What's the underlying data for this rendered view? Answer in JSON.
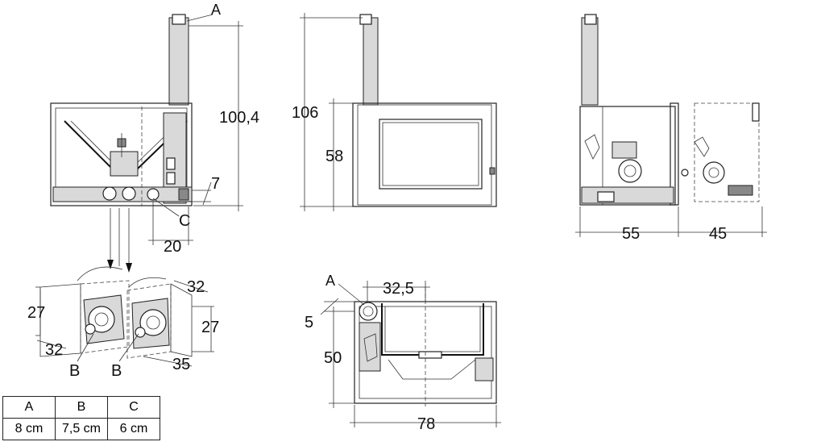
{
  "dimensions": {
    "front_height": "100,4",
    "front_offset": "7",
    "front_c_offset": "20",
    "side_total_height": "106",
    "side_glass_height": "58",
    "right_depth_a": "55",
    "right_depth_b": "45",
    "plan_offset": "32,5",
    "plan_vertical_small": "5",
    "plan_vertical": "50",
    "plan_width": "78",
    "box_left_height": "27",
    "box_left_width": "32",
    "box_right_depth": "32",
    "box_right_height": "27",
    "box_right_width": "35"
  },
  "callouts": {
    "a_front": "A",
    "c_front": "C",
    "a_plan": "A",
    "b_left": "B",
    "b_right": "B"
  },
  "table": {
    "headers": [
      "A",
      "B",
      "C"
    ],
    "values": [
      "8 cm",
      "7,5 cm",
      "6 cm"
    ]
  }
}
